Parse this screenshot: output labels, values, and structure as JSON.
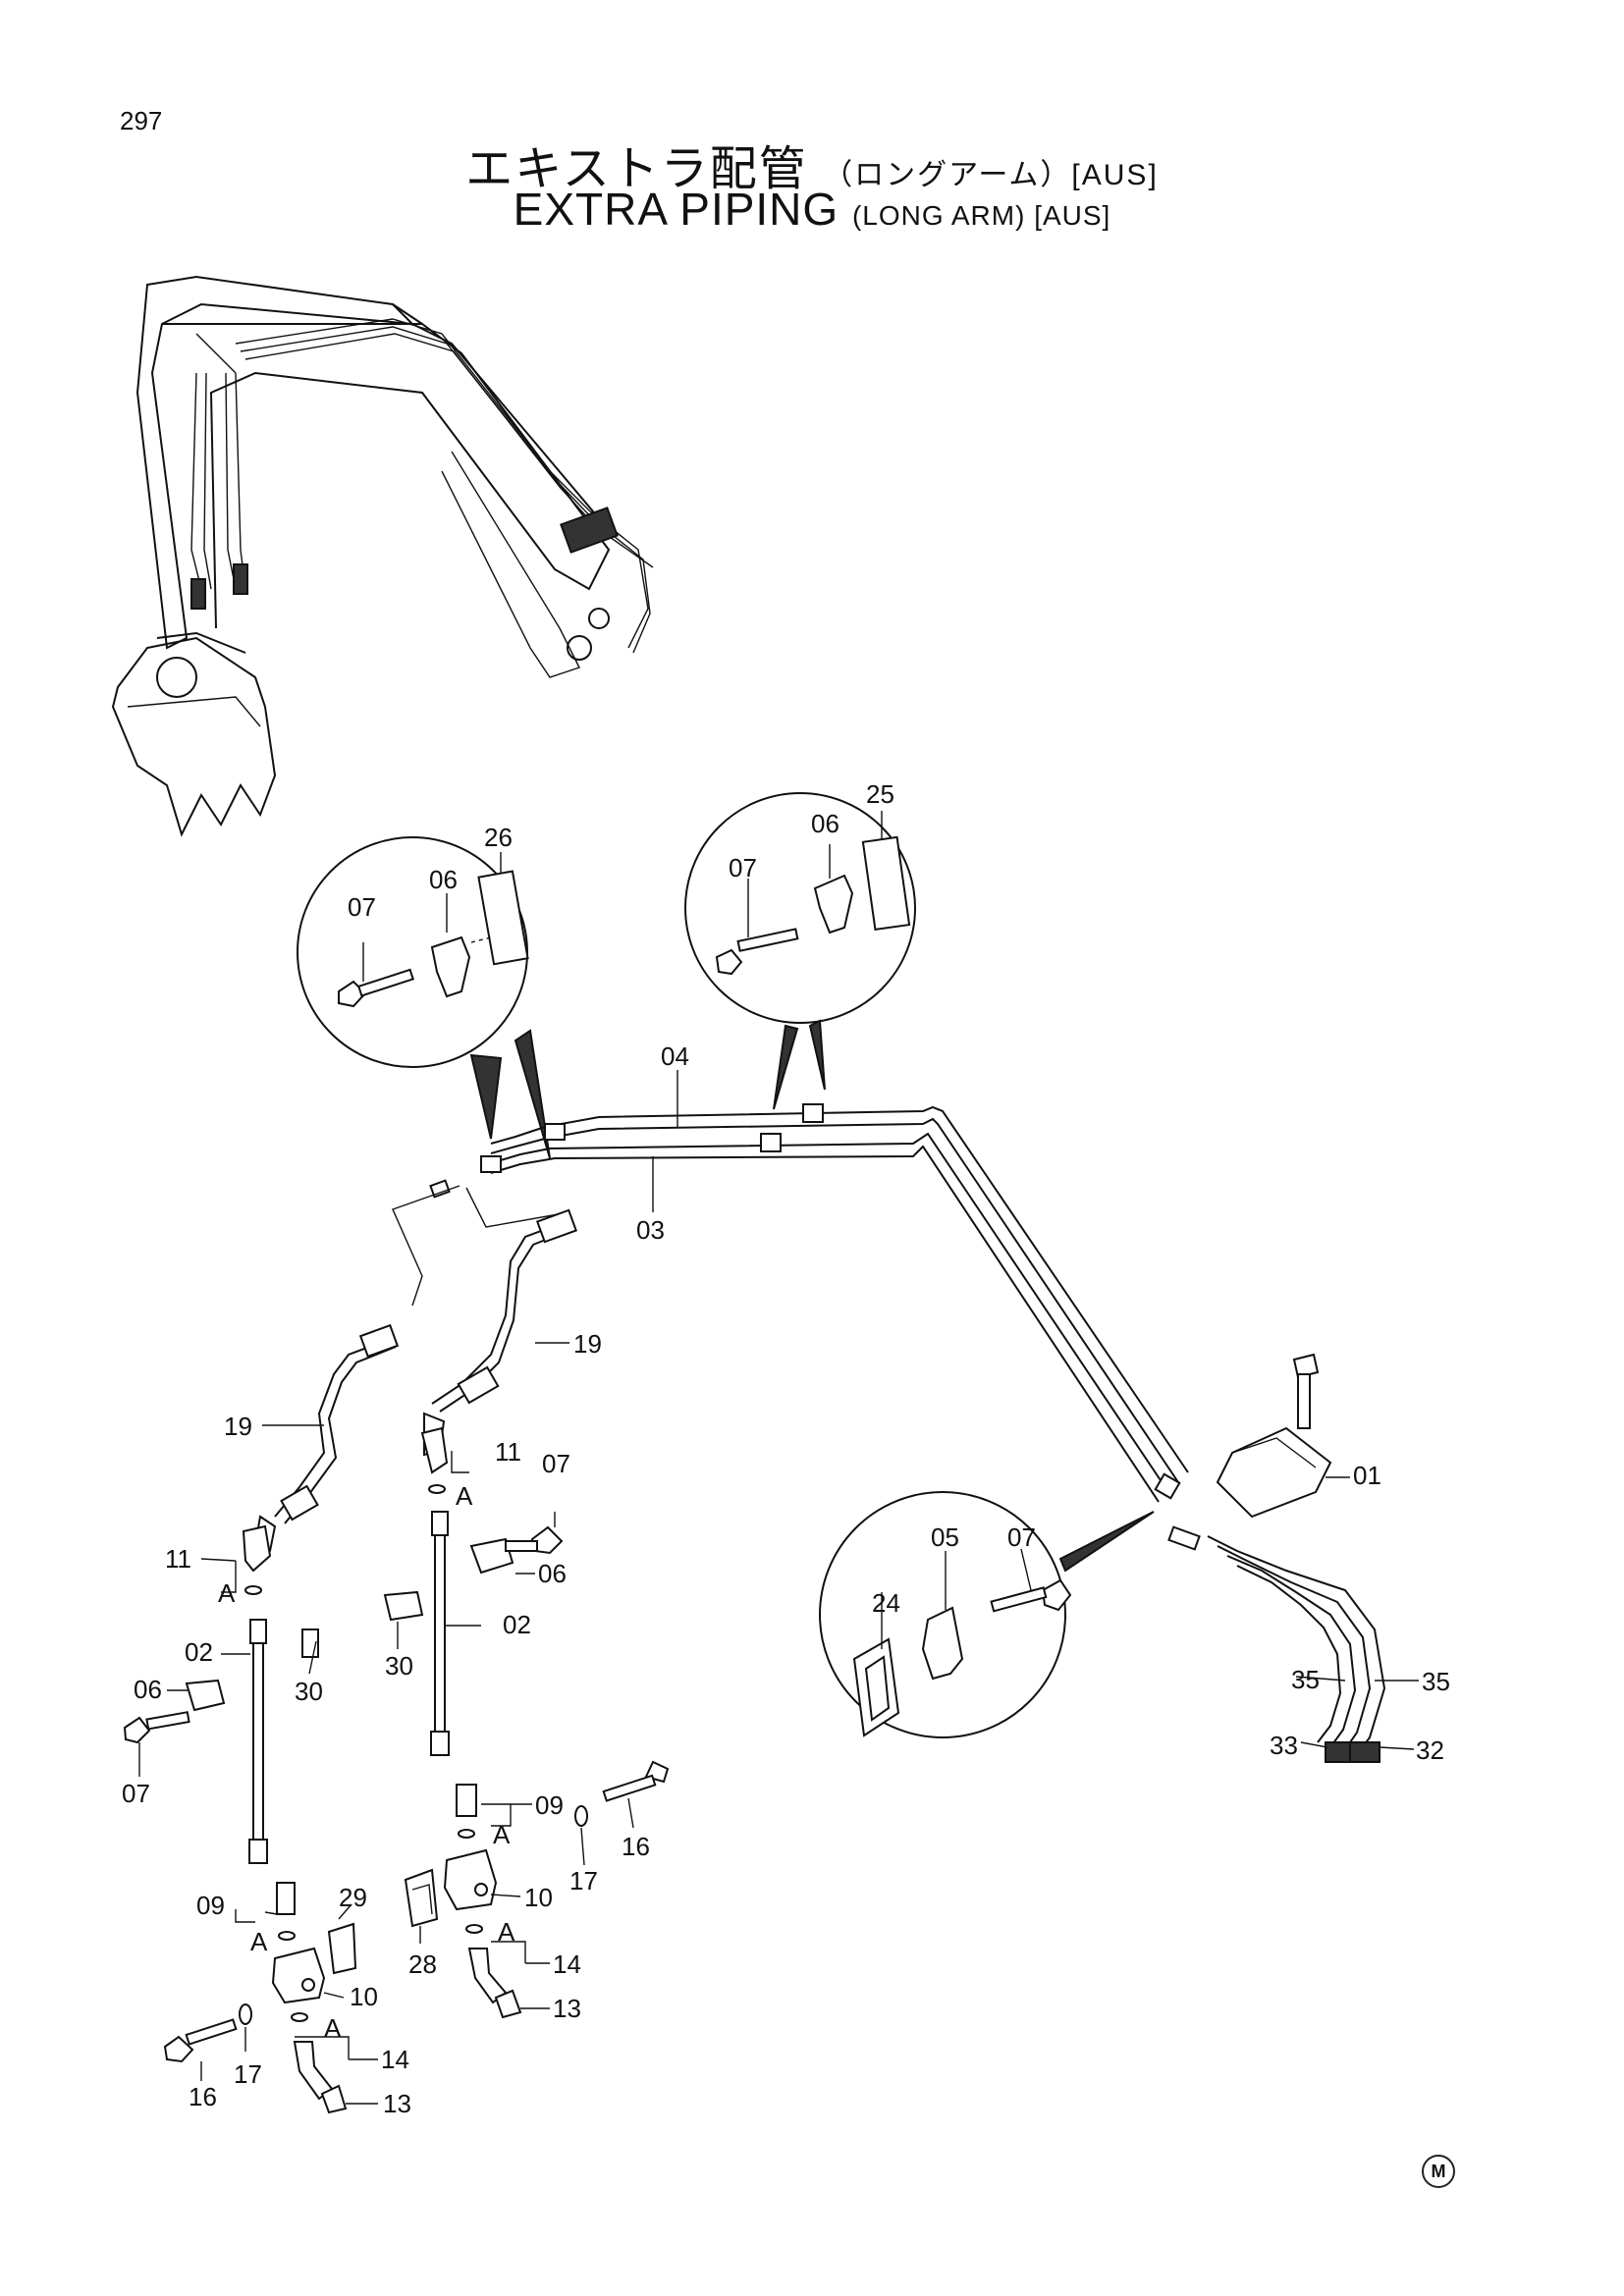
{
  "page_number": "297",
  "title": {
    "jp_main": "エキストラ配管",
    "jp_sub": "（ロングアーム）[AUS]",
    "en_main": "EXTRA PIPING",
    "en_sub": "(LONG ARM) [AUS]"
  },
  "labels": {
    "l01": "01",
    "l02a": "02",
    "l02b": "02",
    "l03": "03",
    "l04": "04",
    "l05": "05",
    "l06a": "06",
    "l06b": "06",
    "l06c": "06",
    "l06d": "06",
    "l07a": "07",
    "l07b": "07",
    "l07c": "07",
    "l07d": "07",
    "l07e": "07",
    "l09a": "09",
    "l09b": "09",
    "l10a": "10",
    "l10b": "10",
    "l11a": "11",
    "l11b": "11",
    "l13a": "13",
    "l13b": "13",
    "l14a": "14",
    "l14b": "14",
    "l16a": "16",
    "l16b": "16",
    "l17a": "17",
    "l17b": "17",
    "l19a": "19",
    "l19b": "19",
    "l24": "24",
    "l25": "25",
    "l26": "26",
    "l28": "28",
    "l29": "29",
    "l30a": "30",
    "l30b": "30",
    "l32": "32",
    "l33": "33",
    "l35a": "35",
    "l35b": "35",
    "a1": "A",
    "a2": "A",
    "a3": "A",
    "a4": "A",
    "a5": "A",
    "a6": "A"
  },
  "mark": "M"
}
